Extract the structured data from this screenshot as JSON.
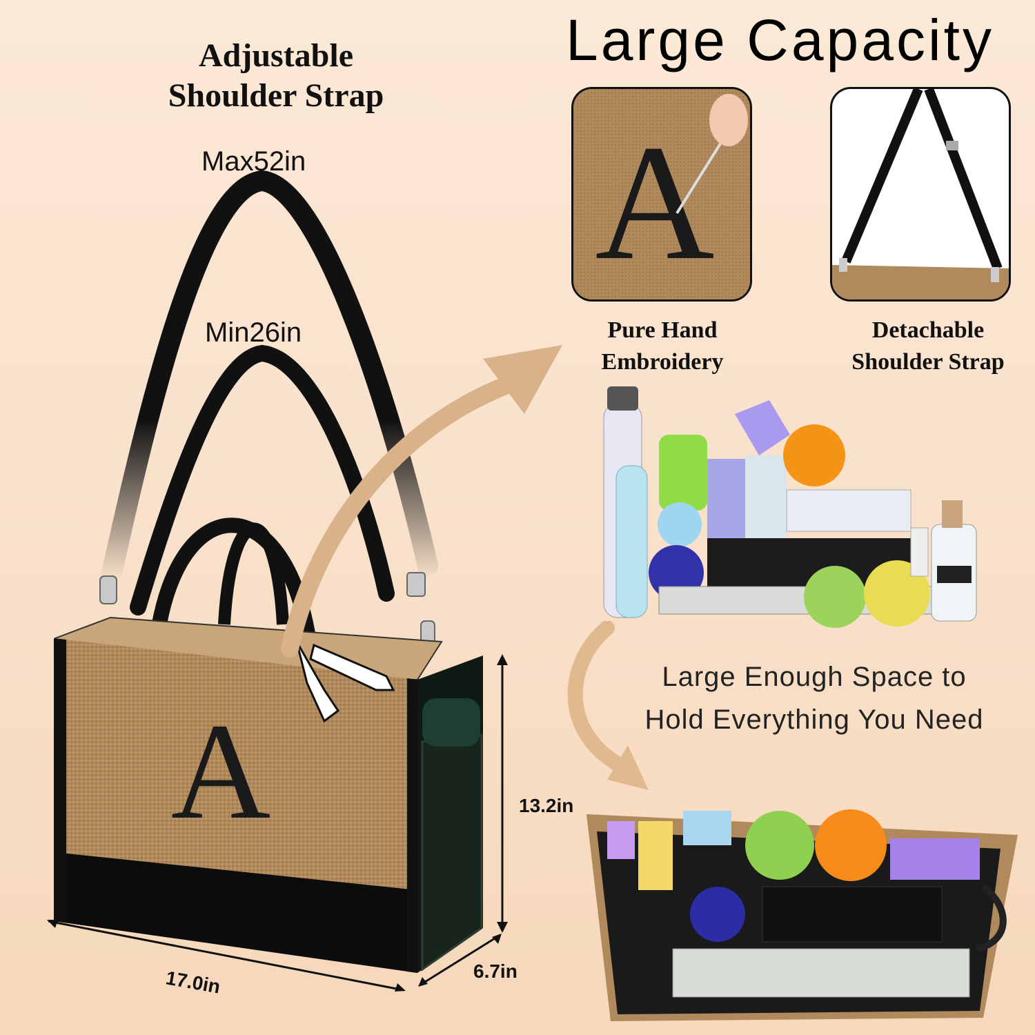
{
  "title": "Large Capacity",
  "strap_heading": "Adjustable\nShoulder Strap",
  "strap_max": "Max52in",
  "strap_min": "Min26in",
  "monogram_letter": "A",
  "feature_embroidery": "Pure Hand\nEmbroidery",
  "feature_detachable": "Detachable\nShoulder Strap",
  "space_text": "Large Enough Space to\nHold Everything You Need",
  "dimensions": {
    "height": "13.2in",
    "width": "17.0in",
    "depth": "6.7in"
  },
  "colors": {
    "background": "#f9e2cc",
    "jute": "#b08a5c",
    "strap": "#111111",
    "arrow": "#d9b28a"
  }
}
